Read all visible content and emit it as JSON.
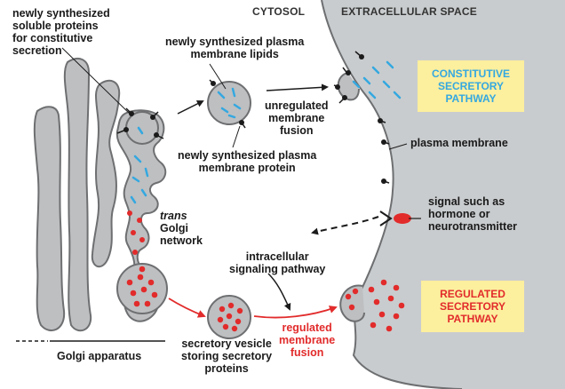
{
  "colors": {
    "extracellular": "#c9ccce",
    "golgi_fill": "#bdbfc1",
    "membrane_outline": "#6d6f71",
    "constitutive_cargo": "#34a8e0",
    "regulated_cargo": "#e22b2b",
    "membrane_protein": "#1b1b1b",
    "box_fill": "#fcef9e",
    "text": "#1a1a1a"
  },
  "headers": {
    "cytosol": "CYTOSOL",
    "extracellular": "EXTRACELLULAR SPACE"
  },
  "labels": {
    "soluble_proteins": [
      "newly synthesized",
      "soluble proteins",
      "for constitutive",
      "secretion"
    ],
    "membrane_lipids": [
      "newly synthesized plasma",
      "membrane lipids"
    ],
    "unregulated_fusion": [
      "unregulated",
      "membrane",
      "fusion"
    ],
    "membrane_protein": [
      "newly synthesized plasma",
      "membrane protein"
    ],
    "plasma_membrane": "plasma membrane",
    "signal": [
      "signal such as",
      "hormone or",
      "neurotransmitter"
    ],
    "trans_golgi": [
      "trans",
      "Golgi",
      "network"
    ],
    "signaling_pathway": [
      "intracellular",
      "signaling pathway"
    ],
    "secretory_vesicle": [
      "secretory vesicle",
      "storing secretory",
      "proteins"
    ],
    "regulated_fusion": [
      "regulated",
      "membrane",
      "fusion"
    ],
    "golgi_apparatus": "Golgi apparatus"
  },
  "pathway_boxes": {
    "constitutive": [
      "CONSTITUTIVE",
      "SECRETORY",
      "PATHWAY"
    ],
    "regulated": [
      "REGULATED",
      "SECRETORY",
      "PATHWAY"
    ]
  }
}
